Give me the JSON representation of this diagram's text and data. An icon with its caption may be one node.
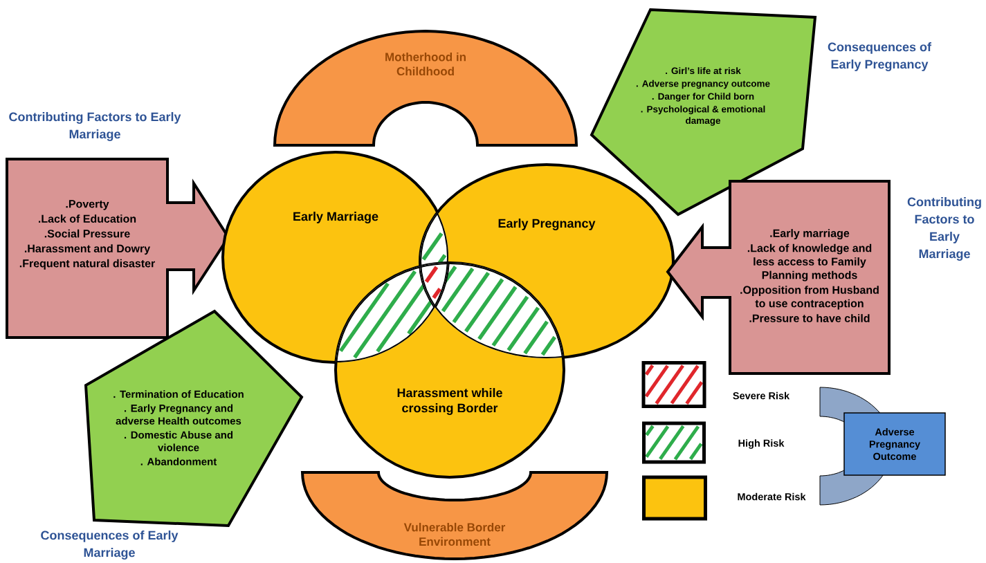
{
  "diagram": {
    "nodes": [
      {
        "text": [
          "Motherhood in Childhood"
        ]
      },
      {
        "text": [
          "Contributing Factors to Early Marriage",
          ".Poverty",
          ".Lack of Education",
          ".Social Pressure",
          ".Harassment and Dowry",
          ".Frequent natural disaster"
        ]
      },
      {
        "text": [
          "Early Marriage"
        ]
      },
      {
        "text": [
          "Early Pregnancy"
        ]
      },
      {
        "text": [
          ". Girl’s life at risk",
          ". Adverse pregnancy outcome",
          ". Danger for Child born",
          ". Psychological & emotional damage",
          "Consequences of Early Pregnancy"
        ]
      },
      {
        "text": [
          ".Early marriage",
          ".Lack of knowledge and less access to Family Planning methods",
          ".Opposition from Husband to use contraception",
          ".Pressure to have child",
          "Contributing Factors to Early Marriage"
        ]
      },
      {
        "text": [
          "Harassment while crossing Border"
        ]
      },
      {
        "text": [
          ". Termination of Education",
          ". Early Pregnancy and adverse Health outcomes",
          ". Domestic Abuse and violence",
          ". Abandonment",
          "Consequences of Early Marriage"
        ]
      },
      {
        "text": [
          "Vulnerable Border Environment"
        ]
      },
      {
        "text": [
          "Adverse Pregnancy Outcome"
        ]
      }
    ],
    "legend": [
      {
        "text": "Severe Risk"
      },
      {
        "text": "High Risk"
      },
      {
        "text": "Moderate Risk",
        "color": "#fcc30f"
      }
    ]
  }
}
